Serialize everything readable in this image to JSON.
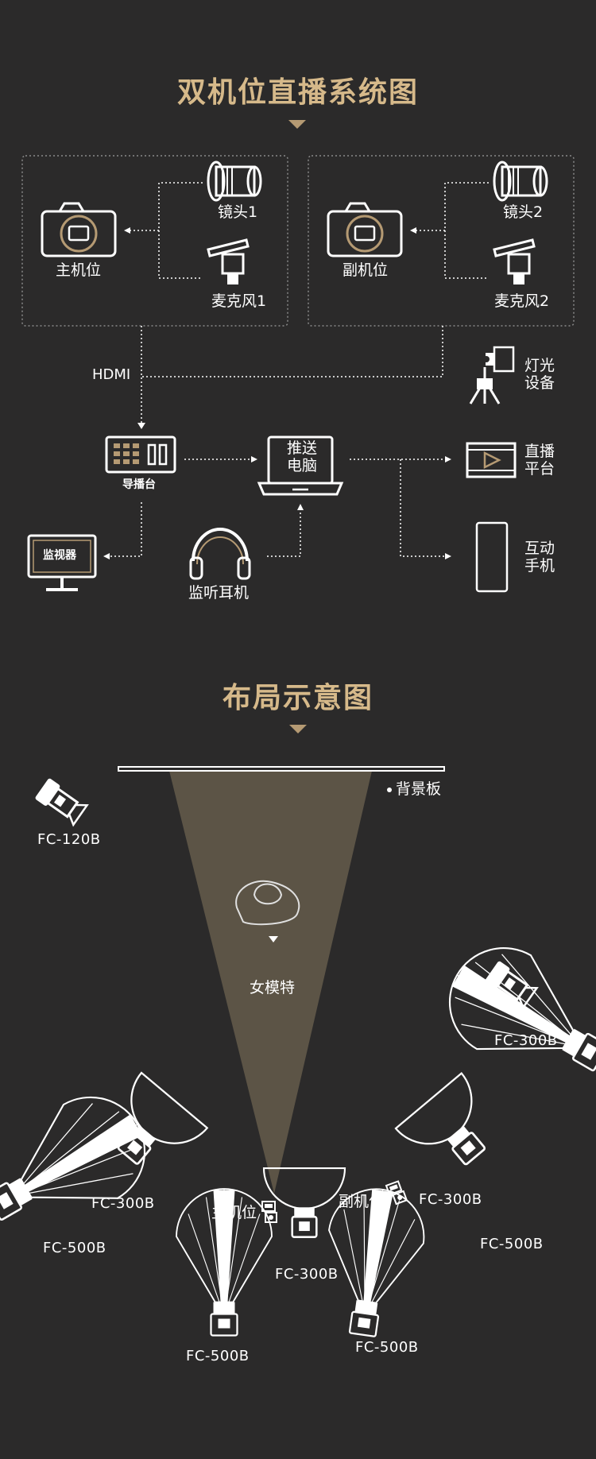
{
  "colors": {
    "background": "#2b2a2a",
    "title": "#d6b98a",
    "accent_gold": "#b59a73",
    "line": "#ffffff",
    "spotlight": "#5c5446"
  },
  "system": {
    "title": "双机位直播系统图",
    "main_cam": {
      "label": "主机位",
      "lens": "镜头1",
      "mic": "麦克风1"
    },
    "sub_cam": {
      "label": "副机位",
      "lens": "镜头2",
      "mic": "麦克风2"
    },
    "hdmi": "HDMI",
    "light": "灯光\n设备",
    "switcher": "导播台",
    "pc": "推送\n电脑",
    "monitor": "监视器",
    "headphones": "监听耳机",
    "live_platform": "直播\n平台",
    "phone": "互动\n手机"
  },
  "layout": {
    "title": "布局示意图",
    "backdrop": "背景板",
    "model": "女模特",
    "main_cam": "主机位",
    "sub_cam": "副机位",
    "lights": {
      "fc120b": "FC-120B",
      "fc300b_right": "FC-300B",
      "fc300b_left": "FC-300B",
      "fc500b_left": "FC-500B",
      "fc300b_right2": "FC-300B",
      "fc500b_right": "FC-500B",
      "fc300b_center": "FC-300B",
      "fc500b_bottom_left": "FC-500B",
      "fc500b_bottom_right": "FC-500B"
    }
  }
}
